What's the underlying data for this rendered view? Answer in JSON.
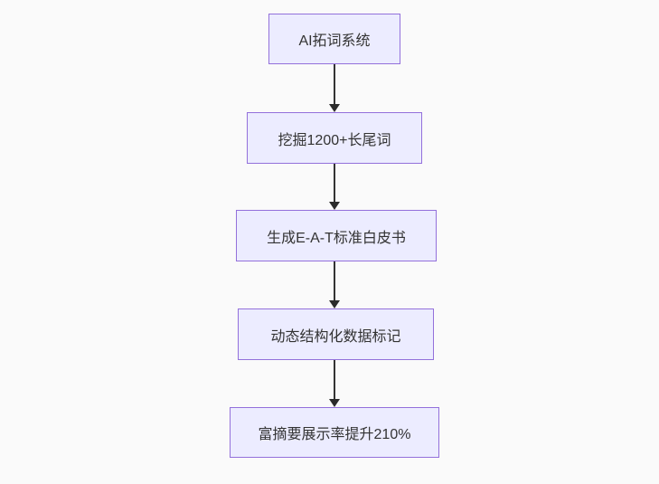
{
  "diagram": {
    "type": "flowchart",
    "direction": "top-down",
    "nodes": [
      {
        "id": "n1",
        "label": "AI拓词系统"
      },
      {
        "id": "n2",
        "label": "挖掘1200+长尾词"
      },
      {
        "id": "n3",
        "label": "生成E-A-T标准白皮书"
      },
      {
        "id": "n4",
        "label": "动态结构化数据标记"
      },
      {
        "id": "n5",
        "label": "富摘要展示率提升210%"
      }
    ],
    "edges": [
      {
        "from": "AI拓词系统",
        "to": "挖掘1200+长尾词",
        "arrow": "down"
      },
      {
        "from": "挖掘1200+长尾词",
        "to": "生成E-A-T标准白皮书",
        "arrow": "down"
      },
      {
        "from": "生成E-A-T标准白皮书",
        "to": "动态结构化数据标记",
        "arrow": "down"
      },
      {
        "from": "动态结构化数据标记",
        "to": "富摘要展示率提升210%",
        "arrow": "down"
      }
    ],
    "colors": {
      "background": "#fafafa",
      "node_fill": "#ECECFF",
      "node_border": "#9370DB",
      "arrow": "#333333",
      "text": "#333333"
    }
  }
}
